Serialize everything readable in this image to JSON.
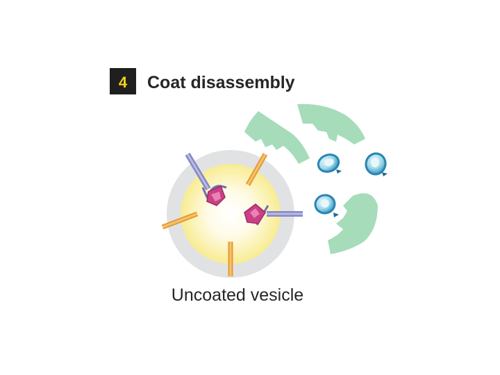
{
  "header": {
    "step_number": "4",
    "title": "Coat disassembly"
  },
  "caption": "Uncoated vesicle",
  "colors": {
    "badge_bg": "#1f1f1f",
    "badge_text": "#f2d21f",
    "title_text": "#262626",
    "caption_text": "#262626",
    "membrane_halo": "#e1e2e3",
    "vesicle_core": "#fffdf2",
    "vesicle_edge": "#faef9e",
    "coat_fragment": "#a6dcba",
    "orange_receptor": "#f0ae4c",
    "purple_receptor": "#9fa3d6",
    "cargo": "#cc3f86",
    "adapter_ring": "#3b98c4"
  }
}
